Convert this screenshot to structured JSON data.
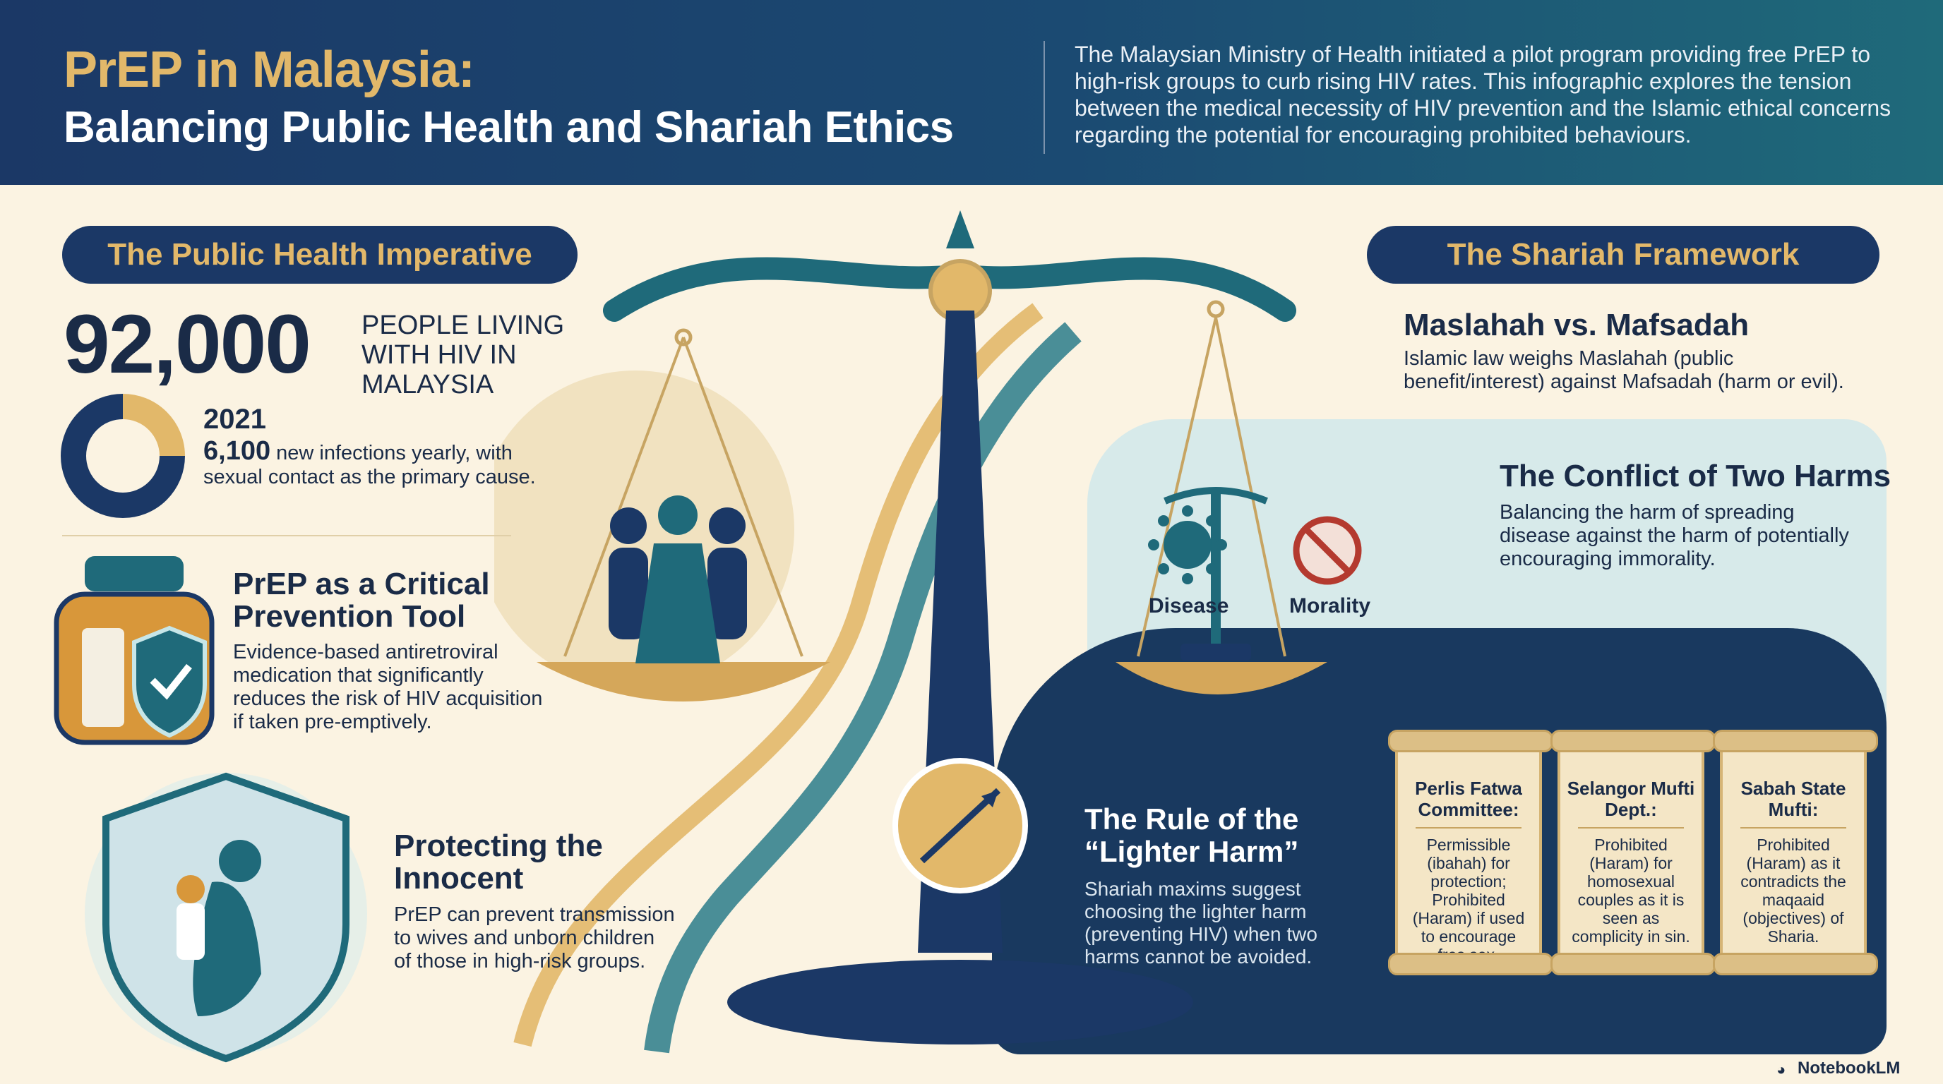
{
  "header": {
    "title_line1": "PrEP in Malaysia:",
    "title_line2": "Balancing Public Health and Shariah Ethics",
    "description": "The Malaysian Ministry of Health initiated a pilot program providing free PrEP to high-risk groups to curb rising HIV rates. This infographic explores the tension between the medical necessity of HIV prevention and the Islamic ethical concerns regarding the potential for encouraging prohibited behaviours."
  },
  "public_health": {
    "pill": "The Public Health Imperative",
    "stat_number": "92,000",
    "stat_label": "PEOPLE LIVING WITH HIV IN MALAYSIA",
    "year": "2021",
    "infections_count": "6,100",
    "infections_text": "new infections yearly, with sexual contact as the primary cause.",
    "prep_title": "PrEP as a Critical Prevention Tool",
    "prep_body": "Evidence-based antiretroviral medication that significantly reduces the risk of HIV acquisition if taken pre-emptively.",
    "protect_title": "Protecting the Innocent",
    "protect_body": "PrEP can prevent transmission to wives and unborn children of those in high-risk groups."
  },
  "shariah": {
    "pill": "The Shariah Framework",
    "maslahah_title": "Maslahah vs. Mafsadah",
    "maslahah_body": "Islamic law weighs Maslahah (public benefit/interest) against Mafsadah (harm or evil).",
    "conflict_title": "The Conflict of Two Harms",
    "conflict_body": "Balancing the harm of spreading disease against the harm of potentially encouraging immorality.",
    "scale_left": "Disease",
    "scale_right": "Morality",
    "rule_title": "The Rule of the “Lighter Harm”",
    "rule_body": "Shariah maxims suggest choosing the lighter harm (preventing HIV) when two harms cannot be avoided.",
    "rulings": [
      {
        "head": "Perlis Fatwa Committee:",
        "text": "Permissible (ibahah) for protection; Prohibited (Haram) if used to encourage fres sex."
      },
      {
        "head": "Selangor Mufti Dept.:",
        "text": "Prohibited (Haram) for homosexual couples as it is seen as complicity in sin."
      },
      {
        "head": "Sabah State Mufti:",
        "text": "Prohibited (Haram) as it contradicts the maqaaid (objectives) of Sharia."
      }
    ]
  },
  "brand": "NotebookLM",
  "colors": {
    "navy": "#1b3866",
    "gold": "#e2b86a",
    "teal": "#1f6a7a",
    "cream": "#fbf3e2"
  },
  "chart_data": {
    "type": "pie",
    "categories": [
      "segment-a",
      "segment-b"
    ],
    "values": [
      75,
      25
    ]
  }
}
